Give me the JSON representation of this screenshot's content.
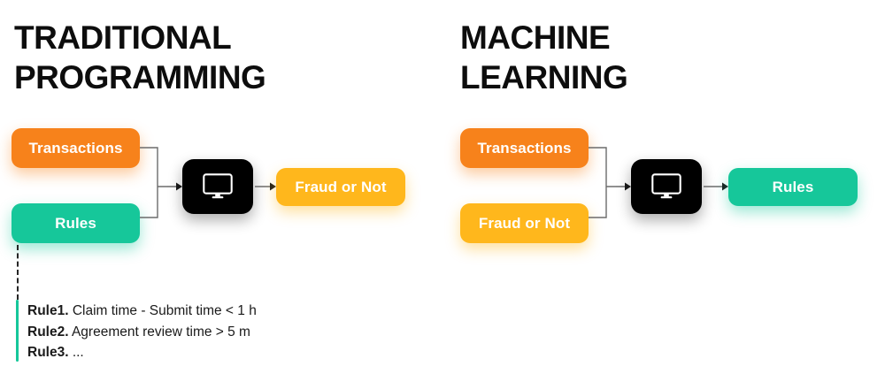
{
  "diagram": {
    "background_color": "#ffffff",
    "palette": {
      "orange": "#f7821b",
      "green": "#16c79a",
      "amber": "#ffb71c",
      "black": "#000000",
      "text": "#1a1a1a",
      "connector": "#6b6b6b"
    },
    "panels": [
      {
        "id": "traditional-programming",
        "title": "TRADITIONAL\nPROGRAMMING",
        "inputs": [
          {
            "label": "Transactions",
            "color": "orange"
          },
          {
            "label": "Rules",
            "color": "green"
          }
        ],
        "processor": {
          "icon": "monitor-icon"
        },
        "output": {
          "label": "Fraud or Not",
          "color": "amber"
        }
      },
      {
        "id": "machine-learning",
        "title": "MACHINE\nLEARNING",
        "inputs": [
          {
            "label": "Transactions",
            "color": "orange"
          },
          {
            "label": "Fraud or Not",
            "color": "amber"
          }
        ],
        "processor": {
          "icon": "monitor-icon"
        },
        "output": {
          "label": "Rules",
          "color": "green"
        }
      }
    ],
    "rules_callout": {
      "accent_color": "#16c79a",
      "items": [
        {
          "key": "Rule1.",
          "text": " Claim time - Submit time < 1 h"
        },
        {
          "key": "Rule2.",
          "text": " Agreement review time > 5 m"
        },
        {
          "key": "Rule3.",
          "text": " ..."
        }
      ]
    }
  }
}
